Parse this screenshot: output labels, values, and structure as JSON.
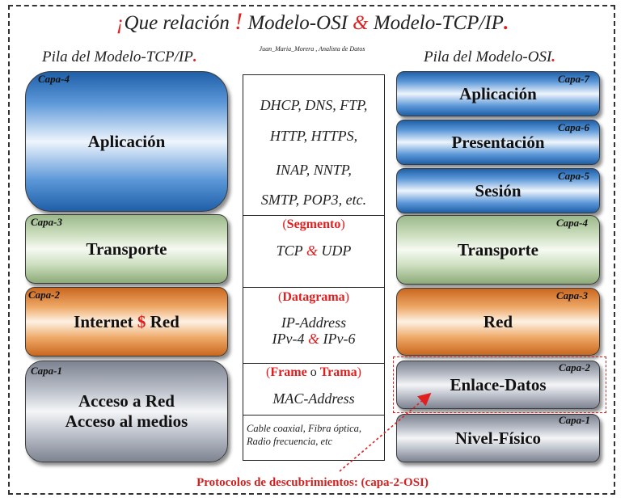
{
  "title": {
    "open": "¡",
    "part1": "Que relación",
    "bang": "!",
    "part2": "Modelo-OSI",
    "amp": "&",
    "part3": "Modelo-TCP/IP",
    "dot": "."
  },
  "author": "Juan_Maria_Morera , Analista de Datos",
  "tcp_stack": {
    "title": "Pila del Modelo-TCP/IP",
    "dot": ".",
    "layers": [
      {
        "capa": "Capa-4",
        "label": "Aplicación"
      },
      {
        "capa": "Capa-3",
        "label": "Transporte"
      },
      {
        "capa": "Capa-2",
        "label_a": "Internet",
        "symbol": "$",
        "label_b": "Red"
      },
      {
        "capa": "Capa-1",
        "line1": "Acceso a Red",
        "line2": "Acceso al medios"
      }
    ]
  },
  "osi_stack": {
    "title": "Pila del Modelo-OSI",
    "dot": ".",
    "layers": [
      {
        "capa": "Capa-7",
        "label": "Aplicación"
      },
      {
        "capa": "Capa-6",
        "label": "Presentación"
      },
      {
        "capa": "Capa-5",
        "label": "Sesión"
      },
      {
        "capa": "Capa-4",
        "label": "Transporte"
      },
      {
        "capa": "Capa-3",
        "label": "Red"
      },
      {
        "capa": "Capa-2",
        "label": "Enlace-Datos"
      },
      {
        "capa": "Capa-1",
        "label": "Nivel-Físico"
      }
    ]
  },
  "protocols": {
    "app": [
      "DHCP, DNS, FTP,",
      "HTTP, HTTPS,",
      "INAP, NNTP,",
      "SMTP, POP3, etc."
    ],
    "transport": {
      "paren_open": "(",
      "unit": "Segmento",
      "paren_close": ")",
      "p1": "TCP",
      "amp": "&",
      "p2": "UDP"
    },
    "internet": {
      "paren_open": "(",
      "unit": "Datagrama",
      "paren_close": ")",
      "line1": "IP-Address",
      "p1": "IPv-4",
      "amp": "&",
      "p2": "IPv-6"
    },
    "link": {
      "paren_open": "(",
      "unit1": "Frame",
      "connector": "o",
      "unit2": "Trama",
      "paren_close": ")",
      "line1": "MAC-Address"
    },
    "physical": [
      "Cable coaxial, Fibra óptica,",
      "Radio frecuencia, etc"
    ]
  },
  "footer": "Protocolos de descubrimientos:  (capa-2-OSI)",
  "colors": {
    "accent": "#e02020",
    "blue": "#5b97d8",
    "green": "#cfe0c2",
    "orange": "#eea866",
    "gray": "#b9bec8"
  }
}
